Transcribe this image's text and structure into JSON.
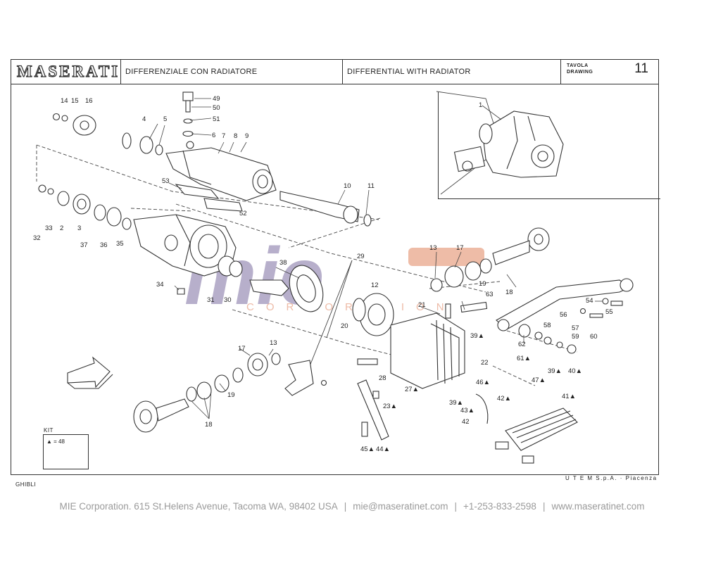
{
  "header": {
    "logo_text": "MASERATI",
    "title_it": "DIFFERENZIALE CON RADIATORE",
    "title_en": "DIFFERENTIAL WITH RADIATOR",
    "drawing_label_it": "TAVOLA",
    "drawing_label_en": "DRAWING",
    "drawing_number": "11"
  },
  "kit": {
    "label": "KIT",
    "value": "▲ = 48"
  },
  "model": "GHIBLI",
  "maker": "U T E M  S.p.A. · Piacenza",
  "watermark": {
    "word": "mie",
    "sub": "CORPORATION"
  },
  "footer": {
    "company": "MIE Corporation. 615 St.Helens Avenue, Tacoma WA, 98402 USA",
    "email": "mie@maseratinet.com",
    "phone": "+1-253-833-2598",
    "web": "www.maseratinet.com"
  },
  "callouts": {
    "c1": "1",
    "c4": "4",
    "c5": "5",
    "c6": "6",
    "c7": "7",
    "c8": "8",
    "c9": "9",
    "c10": "10",
    "c11": "11",
    "c12": "12",
    "c13a": "13",
    "c13b": "13",
    "c14": "14",
    "c15": "15",
    "c16": "16",
    "c17a": "17",
    "c17b": "17",
    "c18a": "18",
    "c18b": "18",
    "c19a": "19",
    "c19b": "19",
    "c2": "2",
    "c3": "3",
    "c20": "20",
    "c21": "21",
    "c22": "22",
    "c23": "23▲",
    "c27": "27▲",
    "c28": "28",
    "c29": "29",
    "c30": "30",
    "c31": "31",
    "c32": "32",
    "c33": "33",
    "c34": "34",
    "c35": "35",
    "c36": "36",
    "c37": "37",
    "c38": "38",
    "c39a": "39▲",
    "c39b": "39▲",
    "c39c": "39▲",
    "c40": "40▲",
    "c41": "41▲",
    "c42a": "42▲",
    "c42b": "42",
    "c43": "43▲",
    "c44": "44▲",
    "c45": "45▲",
    "c46": "46▲",
    "c47": "47▲",
    "c49": "49",
    "c50": "50",
    "c51": "51",
    "c52": "52",
    "c53": "53",
    "c54": "54",
    "c55": "55",
    "c56": "56",
    "c57": "57",
    "c58": "58",
    "c59": "59",
    "c60": "60",
    "c61": "61▲",
    "c62": "62",
    "c63": "63"
  }
}
